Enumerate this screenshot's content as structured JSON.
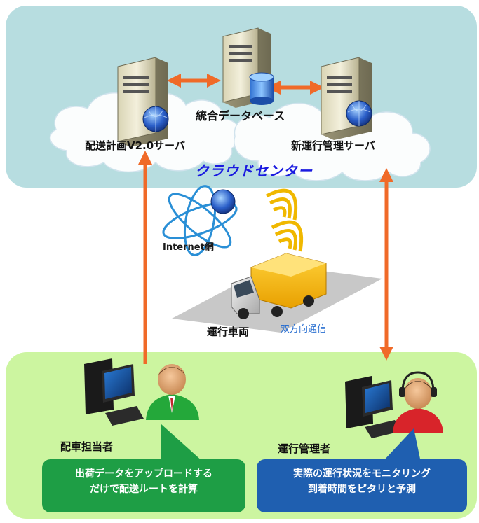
{
  "cloud_center": {
    "title": "クラウドセンター",
    "servers": [
      {
        "label": "配送計画V2.0サーバ",
        "icon": "globe-server-icon"
      },
      {
        "label": "統合データベース",
        "icon": "database-server-icon"
      },
      {
        "label": "新運行管理サーバ",
        "icon": "globe-server-icon"
      }
    ]
  },
  "network": {
    "internet_label": "Internet網",
    "vehicle_label": "運行車両",
    "comm_label": "双方向通信"
  },
  "users": {
    "dispatcher": {
      "label": "配車担当者",
      "callout_line1": "出荷データをアップロードする",
      "callout_line2": "だけで配送ルートを計算",
      "callout_color": "#1e9e45"
    },
    "operator": {
      "label": "運行管理者",
      "callout_line1": "実際の運行状況をモニタリング",
      "callout_line2": "到着時間をピタリと予測",
      "callout_color": "#1f5fb0"
    }
  },
  "colors": {
    "cloud_panel": "#b7dde0",
    "user_panel": "#ccf5a0",
    "arrow": "#f06a28"
  }
}
